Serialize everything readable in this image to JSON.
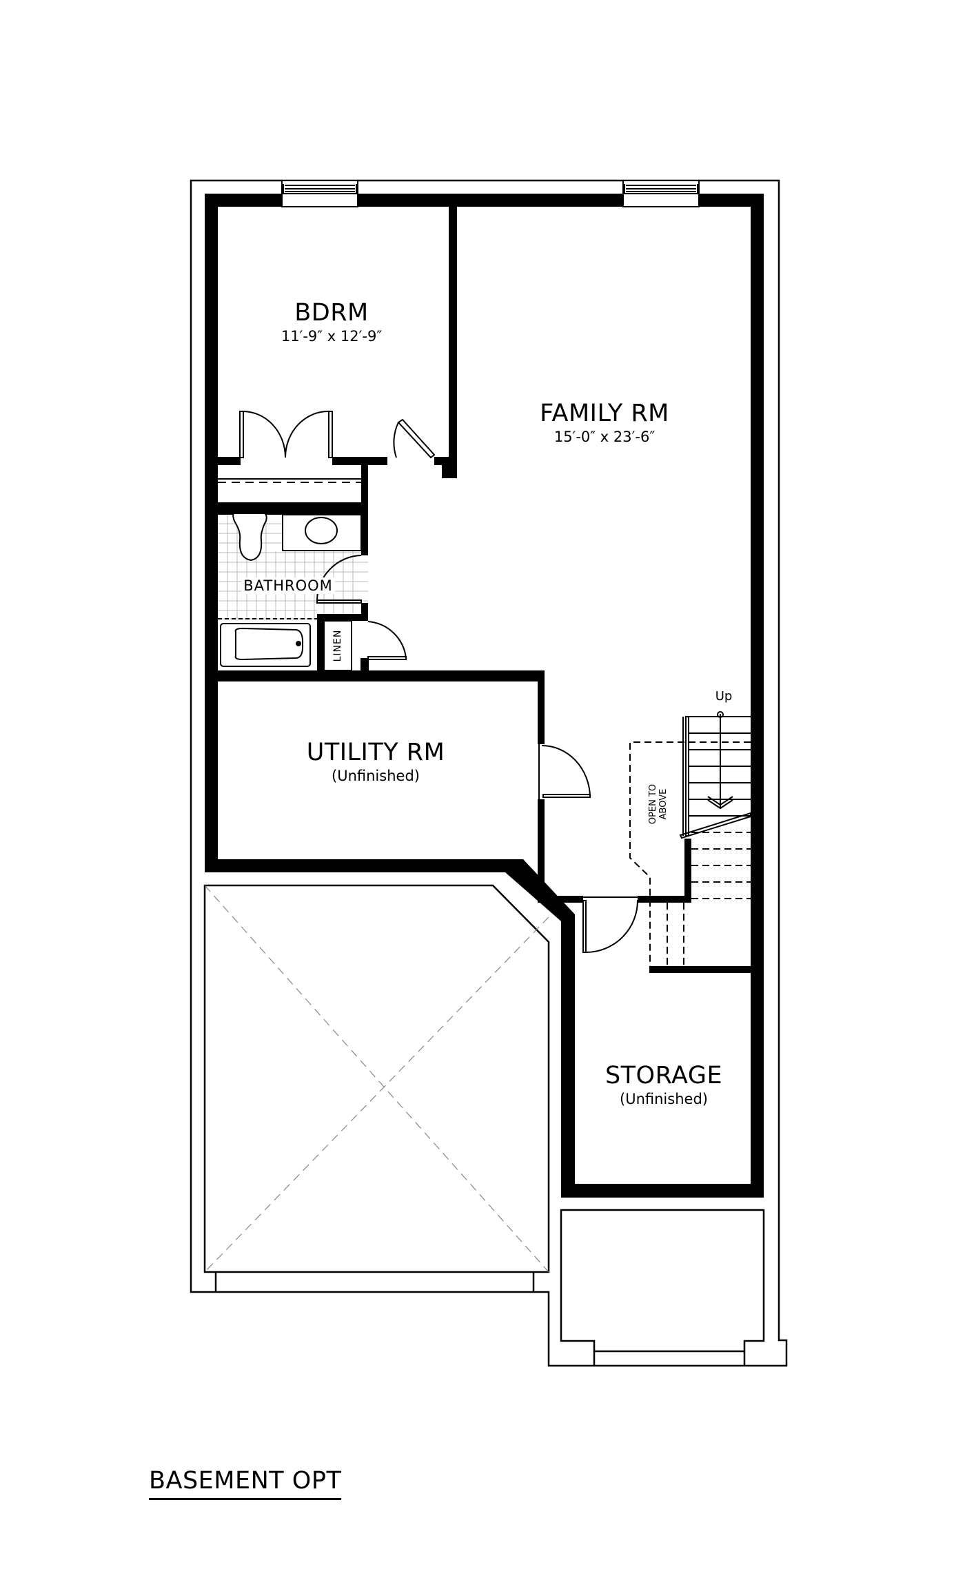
{
  "plan_title": "BASEMENT OPT",
  "rooms": {
    "bdrm": {
      "name": "BDRM",
      "dims": "11′-9″ x 12′-9″"
    },
    "family": {
      "name": "FAMILY RM",
      "dims": "15′-0″ x 23′-6″"
    },
    "bathroom": {
      "name": "BATHROOM"
    },
    "linen": {
      "name": "LINEN"
    },
    "utility": {
      "name": "UTILITY RM",
      "note": "(Unfinished)"
    },
    "storage": {
      "name": "STORAGE",
      "note": "(Unfinished)"
    }
  },
  "stairs": {
    "direction_label": "Up",
    "open_to_above_line1": "OPEN TO",
    "open_to_above_line2": "ABOVE"
  },
  "colors": {
    "wall": "#000000",
    "background": "#ffffff",
    "tile": "#bbbbbb",
    "dash": "#888888"
  }
}
